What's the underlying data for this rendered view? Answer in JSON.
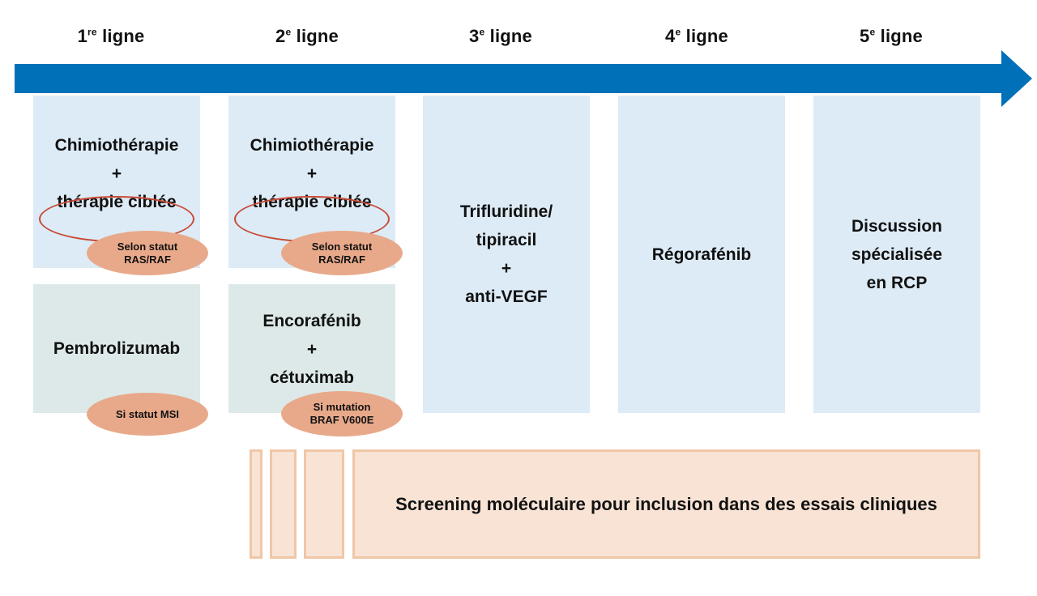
{
  "colors": {
    "arrow": "#0070b8",
    "box_blue": "#ddebf6",
    "box_teal": "#dce9e8",
    "oval": "#e8a98a",
    "ring": "#c84a36",
    "screening_fill": "#f8e3d5",
    "screening_border": "#efc7a7"
  },
  "lines": [
    {
      "num": "1",
      "sup": "re",
      "label": " ligne"
    },
    {
      "num": "2",
      "sup": "e",
      "label": " ligne"
    },
    {
      "num": "3",
      "sup": "e",
      "label": " ligne"
    },
    {
      "num": "4",
      "sup": "e",
      "label": " ligne"
    },
    {
      "num": "5",
      "sup": "e",
      "label": " ligne"
    }
  ],
  "line1": {
    "top": {
      "l1": "Chimiothérapie",
      "l2": "+",
      "l3": "thérapie ciblée"
    },
    "top_badge": {
      "l1": "Selon statut",
      "l2": "RAS/RAF"
    },
    "bottom": {
      "l1": "Pembrolizumab"
    },
    "bottom_badge": {
      "l1": "Si statut MSI"
    }
  },
  "line2": {
    "top": {
      "l1": "Chimiothérapie",
      "l2": "+",
      "l3": "thérapie ciblée"
    },
    "top_badge": {
      "l1": "Selon statut",
      "l2": "RAS/RAF"
    },
    "bottom": {
      "l1": "Encorafénib",
      "l2": "+",
      "l3": "cétuximab"
    },
    "bottom_badge": {
      "l1": "Si mutation",
      "l2": "BRAF V600E"
    }
  },
  "line3": {
    "l1": "Trifluridine/",
    "l2": "tipiracil",
    "l3": "+",
    "l4": "anti-VEGF"
  },
  "line4": {
    "l1": "Régorafénib"
  },
  "line5": {
    "l1": "Discussion",
    "l2": "spécialisée",
    "l3": "en RCP"
  },
  "screening": {
    "label": "Screening moléculaire pour inclusion dans des essais cliniques"
  }
}
